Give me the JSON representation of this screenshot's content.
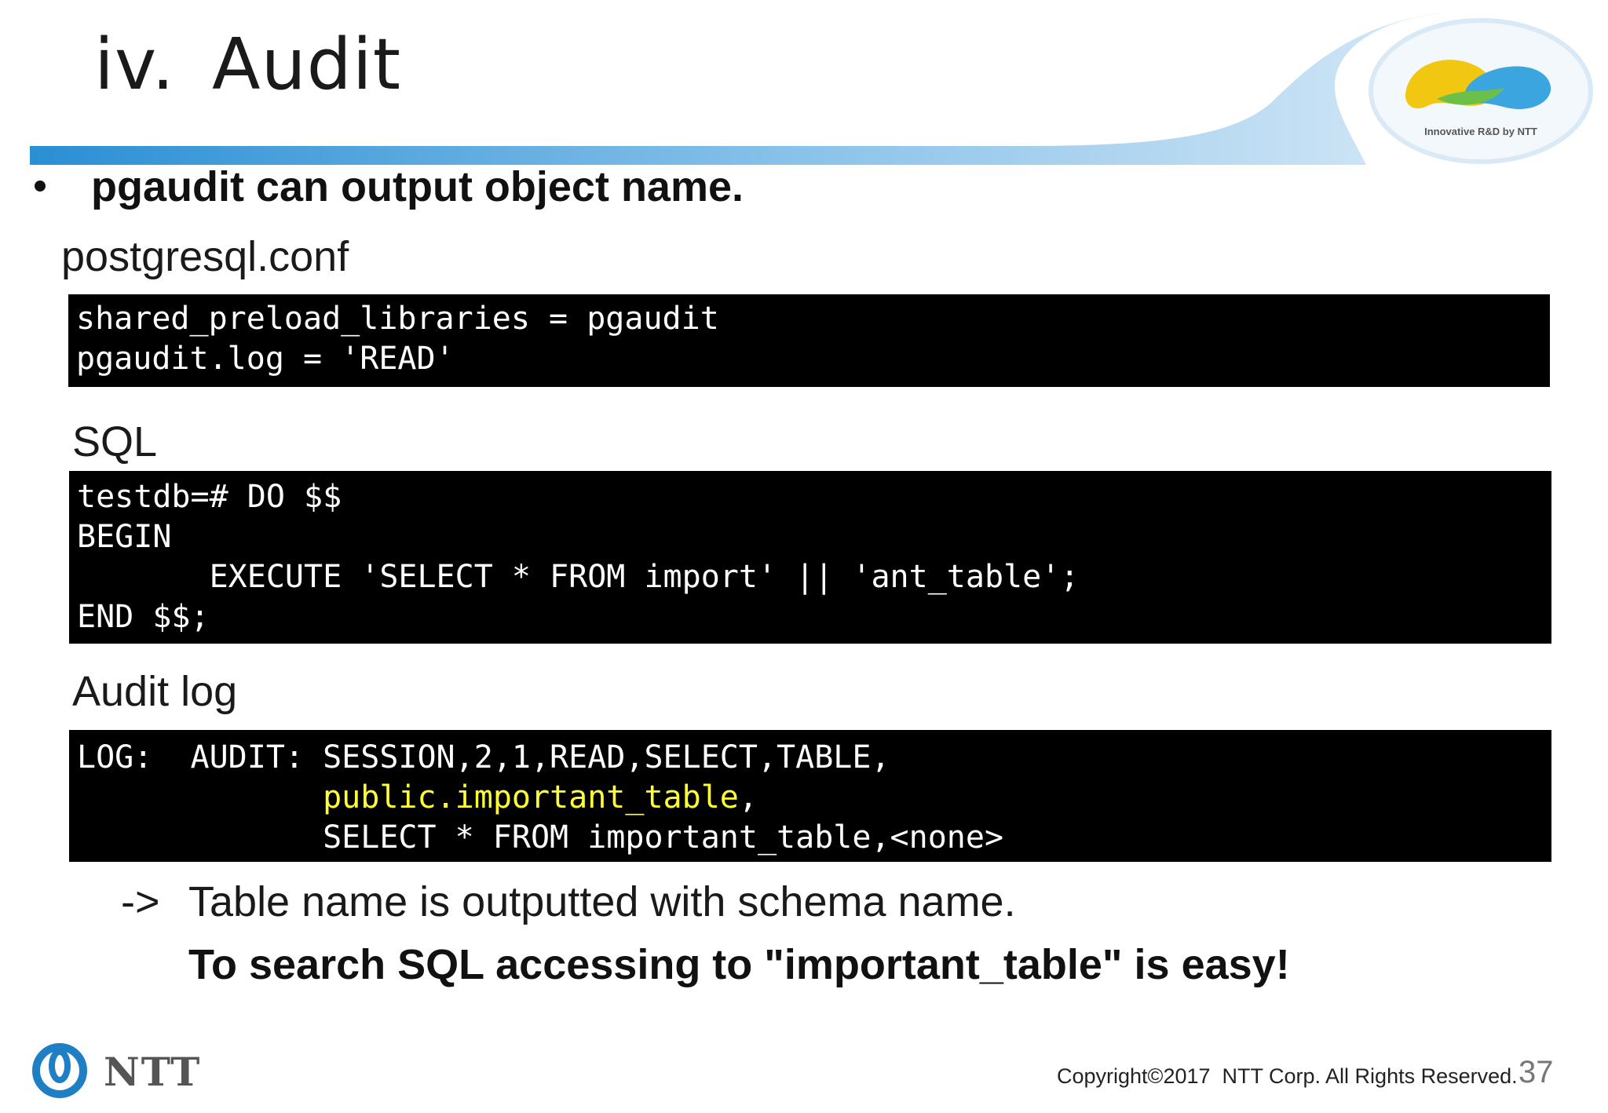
{
  "slide": {
    "title_number": "iv.",
    "title_text": "Audit",
    "bullet": "pgaudit can output object name.",
    "logo_tagline": "Innovative R&D by NTT",
    "colors": {
      "band_dark": "#2a8fd4",
      "band_light": "#d6e9f7",
      "code_bg": "#000000",
      "highlight": "#ffff33"
    }
  },
  "conf": {
    "label": "postgresql.conf",
    "lines": [
      "shared_preload_libraries = pgaudit",
      "pgaudit.log = 'READ'"
    ]
  },
  "sql": {
    "label": "SQL",
    "lines": [
      "testdb=# DO $$",
      "BEGIN",
      "       EXECUTE 'SELECT * FROM import' || 'ant_table';",
      "END $$;"
    ]
  },
  "audit_log": {
    "label": "Audit log",
    "line1": "LOG:  AUDIT: SESSION,2,1,READ,SELECT,TABLE,",
    "line2_indent": "             ",
    "line2_highlight": "public.important_table",
    "line2_rest": ",",
    "line3": "             SELECT * FROM important_table,<none>"
  },
  "note": {
    "arrow": "->",
    "text": "Table name is outputted with schema name.",
    "bold": "To search SQL accessing to \"important_table\" is easy!"
  },
  "footer": {
    "brand": "NTT",
    "copyright": "Copyright©2017  NTT Corp. All Rights Reserved.",
    "page_number": "37"
  }
}
